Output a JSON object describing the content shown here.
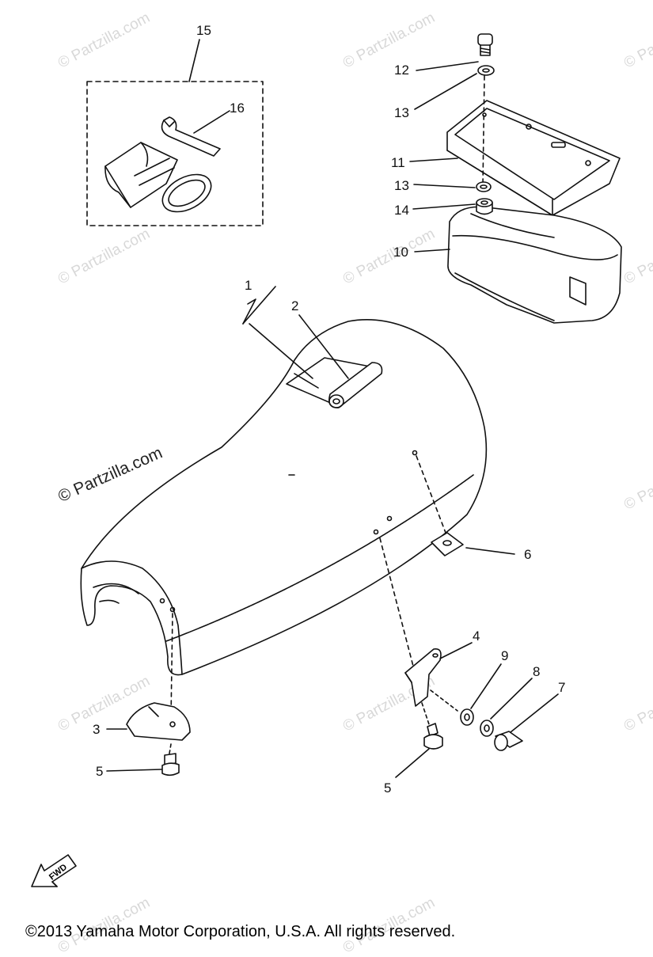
{
  "callouts": {
    "c1": "1",
    "c2": "2",
    "c3": "3",
    "c4": "4",
    "c5a": "5",
    "c5b": "5",
    "c6": "6",
    "c7": "7",
    "c8": "8",
    "c9": "9",
    "c10": "10",
    "c11": "11",
    "c12": "12",
    "c13a": "13",
    "c13b": "13",
    "c14": "14",
    "c15": "15",
    "c16": "16"
  },
  "fwd_label": "FWD",
  "watermark_main": "© Partzilla.com",
  "watermark_faint": "© Partzilla.com",
  "copyright": "©2013  Yamaha Motor Corporation, U.S.A. All rights reserved."
}
